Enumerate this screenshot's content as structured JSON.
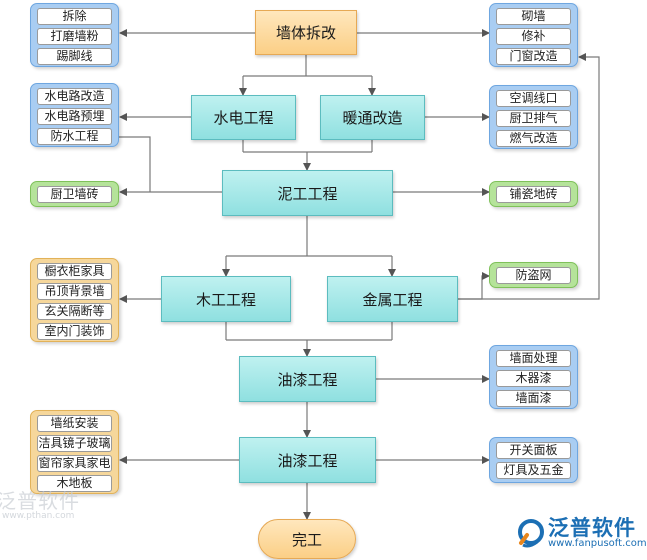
{
  "nodes": {
    "demolish": "墙体拆改",
    "plumbing": "水电工程",
    "hvac": "暖通改造",
    "masonry": "泥工工程",
    "woodwork": "木工工程",
    "metal": "金属工程",
    "paint1": "油漆工程",
    "paint2": "油漆工程",
    "done": "完工"
  },
  "groups": {
    "demolish_left": [
      "拆除",
      "打磨墙粉",
      "踢脚线"
    ],
    "demolish_right": [
      "砌墙",
      "修补",
      "门窗改造"
    ],
    "plumbing_left": [
      "水电路改造",
      "水电路预埋",
      "防水工程"
    ],
    "hvac_right": [
      "空调线口",
      "厨卫排气",
      "燃气改造"
    ],
    "masonry_left": [
      "厨卫墙砖"
    ],
    "masonry_right": [
      "铺瓷地砖"
    ],
    "woodwork_left": [
      "橱衣柜家具",
      "吊顶背景墙",
      "玄关隔断等",
      "室内门装饰"
    ],
    "metal_right": [
      "防盗网"
    ],
    "paint1_right": [
      "墙面处理",
      "木器漆",
      "墙面漆"
    ],
    "paint2_left": [
      "墙纸安装",
      "洁具镜子玻璃",
      "窗帘家具家电",
      "木地板"
    ],
    "paint2_right": [
      "开关面板",
      "灯具及五金"
    ]
  },
  "watermark": {
    "line1": "泛普软件",
    "line2": "www.pthan.com"
  },
  "logo": {
    "name": "泛普软件",
    "url": "www.fanpusoft.com"
  },
  "colors": {
    "connector": "#7a7a7a",
    "arrow": "#555555",
    "brand": "#1c6fb4"
  }
}
